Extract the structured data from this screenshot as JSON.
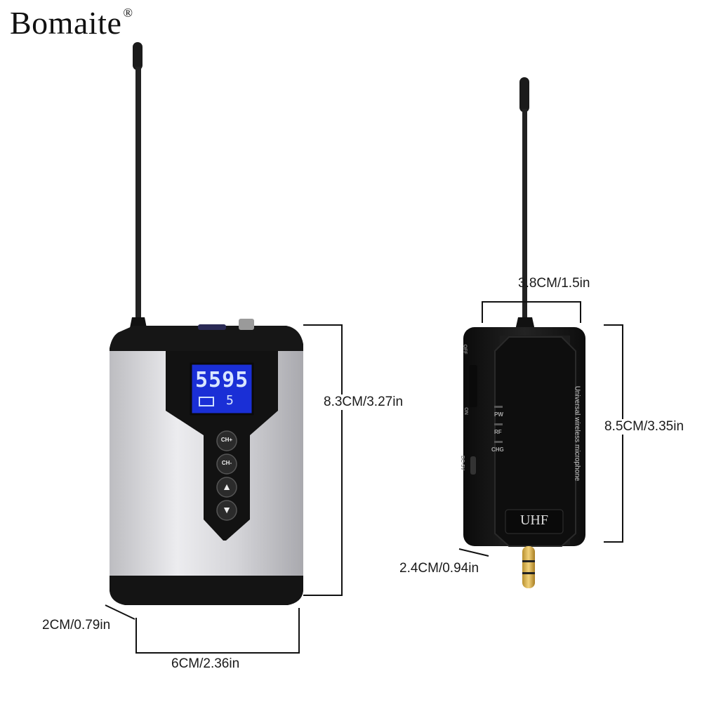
{
  "brand": {
    "name": "Bomaite",
    "mark": "®"
  },
  "transmitter": {
    "display_frequency": "5595",
    "display_channel": "5",
    "buttons": [
      "CH+",
      "CH-",
      "▲",
      "▼"
    ],
    "dimensions": {
      "height": "8.3CM/3.27in",
      "width": "6CM/2.36in",
      "depth": "2CM/0.79in"
    }
  },
  "receiver": {
    "model_label": "UHF",
    "side_text": "Universal wireless microphone",
    "indicators": [
      "PW",
      "RF",
      "CHG"
    ],
    "switch_labels": [
      "OFF",
      "ON",
      "DC-5V"
    ],
    "dimensions": {
      "width": "3.8CM/1.5in",
      "height": "8.5CM/3.35in",
      "depth": "2.4CM/0.94in"
    }
  },
  "colors": {
    "lcd": "#1a2fd6",
    "body_silver": "#d9d9dc",
    "device_black": "#141414"
  }
}
